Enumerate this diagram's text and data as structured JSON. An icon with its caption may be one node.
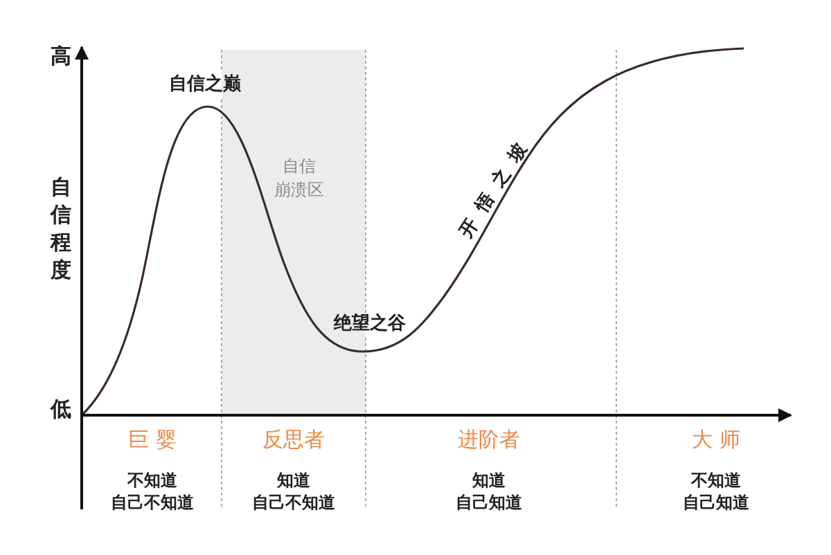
{
  "diagram": {
    "labels": [
      "高",
      "自信之巅",
      "自信程度",
      "自信崩溃区",
      "开 悟 之 坡",
      "绝望之谷",
      "低",
      "巨 婴",
      "反思者",
      "进阶者",
      "大 师",
      "不知道自己不知道",
      "知道自己不知道",
      "知道自己知道",
      "不知道自己知道"
    ]
  }
}
